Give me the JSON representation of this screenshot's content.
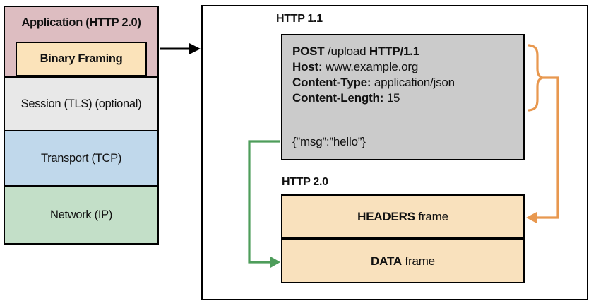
{
  "title": "HTTP 2.0 Binary Framing layer diagram",
  "stack": {
    "application": {
      "label": "Application (HTTP 2.0)"
    },
    "binary_framing": {
      "label": "Binary Framing"
    },
    "session": {
      "label": "Session (TLS) (optional)"
    },
    "transport": {
      "label": "Transport (TCP)"
    },
    "network": {
      "label": "Network (IP)"
    }
  },
  "detail": {
    "http11_label": "HTTP 1.1",
    "http20_label": "HTTP 2.0",
    "request": {
      "method": "POST",
      "target": " /upload ",
      "version": "HTTP/1.1",
      "host_label": "Host:",
      "host_value": " www.example.org",
      "content_type_label": "Content-Type:",
      "content_type_value": " application/json",
      "content_length_label": "Content-Length:",
      "content_length_value": " 15",
      "body": "{”msg”:”hello”}"
    },
    "frames": {
      "headers_bold": "HEADERS",
      "headers_rest": " frame",
      "data_bold": "DATA",
      "data_rest": " frame"
    }
  },
  "icons": {
    "stack_to_detail_arrow": "right-arrow",
    "headers_brace": "curly-brace-right",
    "headers_to_frame_arrow": "elbow-arrow-left",
    "body_to_data_frame_arrow": "elbow-arrow-right"
  },
  "colors": {
    "application_bg": "#ddbdc1",
    "binary_framing_bg": "#fbe3ba",
    "session_bg": "#e8e8e8",
    "transport_bg": "#c0d8eb",
    "network_bg": "#c3dfc8",
    "request_bg": "#cbcbcb",
    "frame_bg": "#f9e1bd",
    "headers_flow": "#e8984f",
    "body_flow": "#4e9d5b",
    "stack_flow": "#000000"
  }
}
